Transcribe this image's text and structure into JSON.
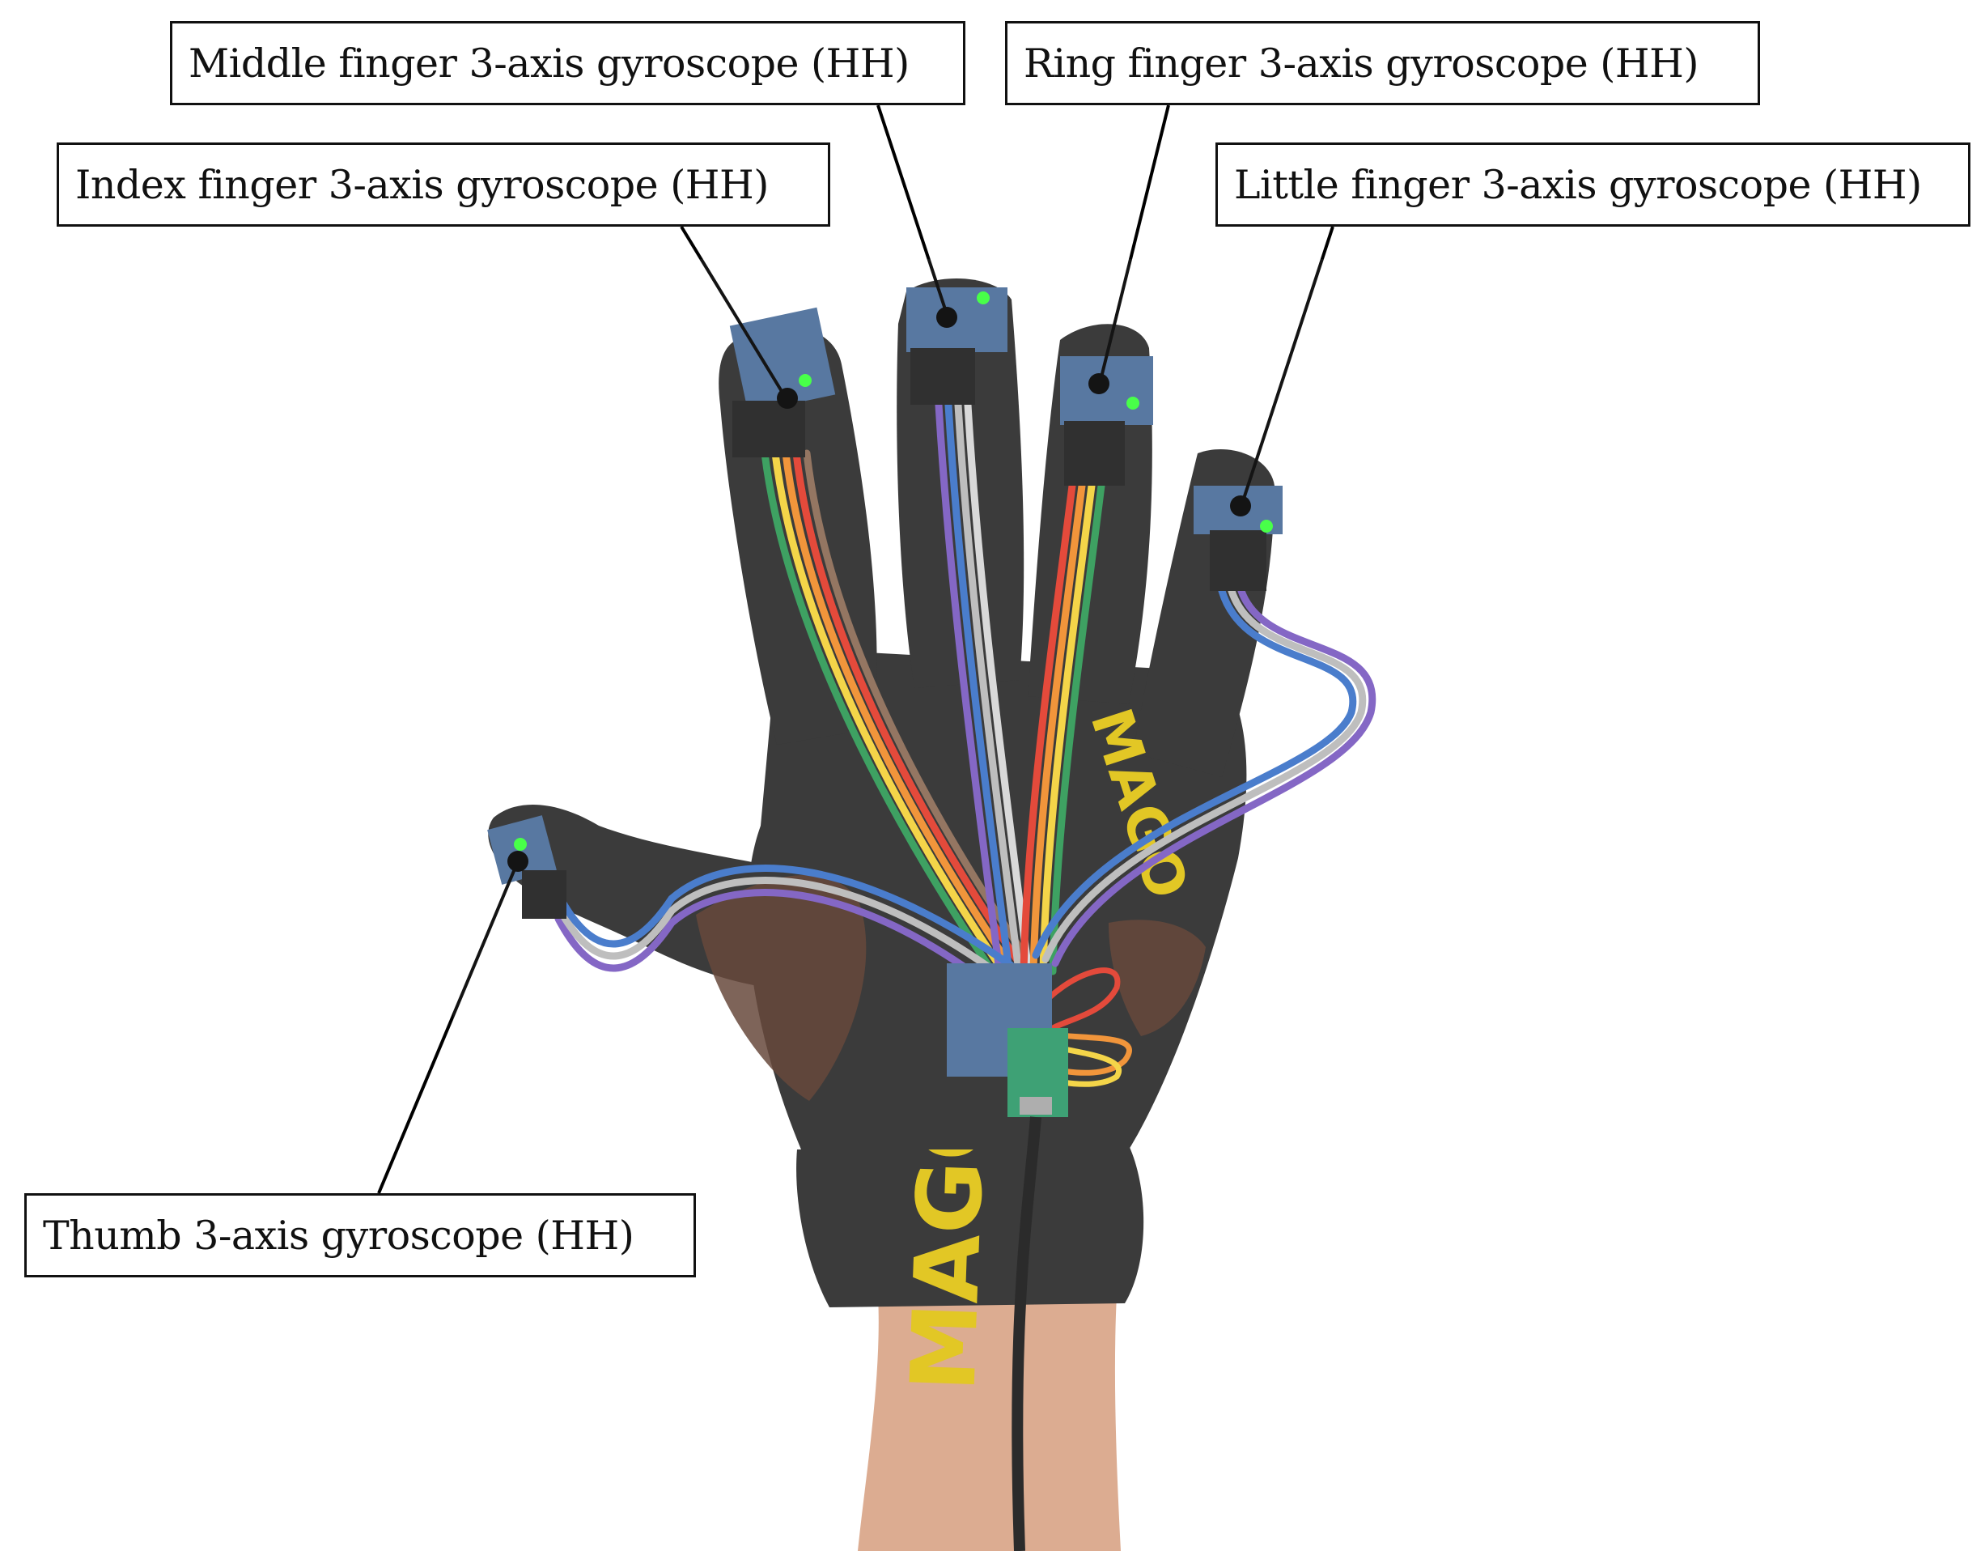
{
  "labels": {
    "middle": "Middle finger 3-axis gyroscope (HH)",
    "ring": "Ring finger 3-axis gyroscope (HH)",
    "index": "Index finger 3-axis gyroscope (HH)",
    "little": "Little finger 3-axis gyroscope (HH)",
    "thumb": "Thumb 3-axis gyroscope (HH)"
  },
  "glove_logo": "MAGO",
  "colors": {
    "glove": "#2b2b2b",
    "skin": "#d9a588",
    "sensor_board": "#4a6d9a",
    "led": "#39ff3a",
    "logo_yellow": "#e0c313",
    "leader_line": "#000000"
  },
  "wire_colors": [
    "#3b72c8",
    "#e23b2b",
    "#f08d2b",
    "#f3d23a",
    "#2e9a55",
    "#8b6b55",
    "#b9b9b9",
    "#7a5bc0"
  ]
}
